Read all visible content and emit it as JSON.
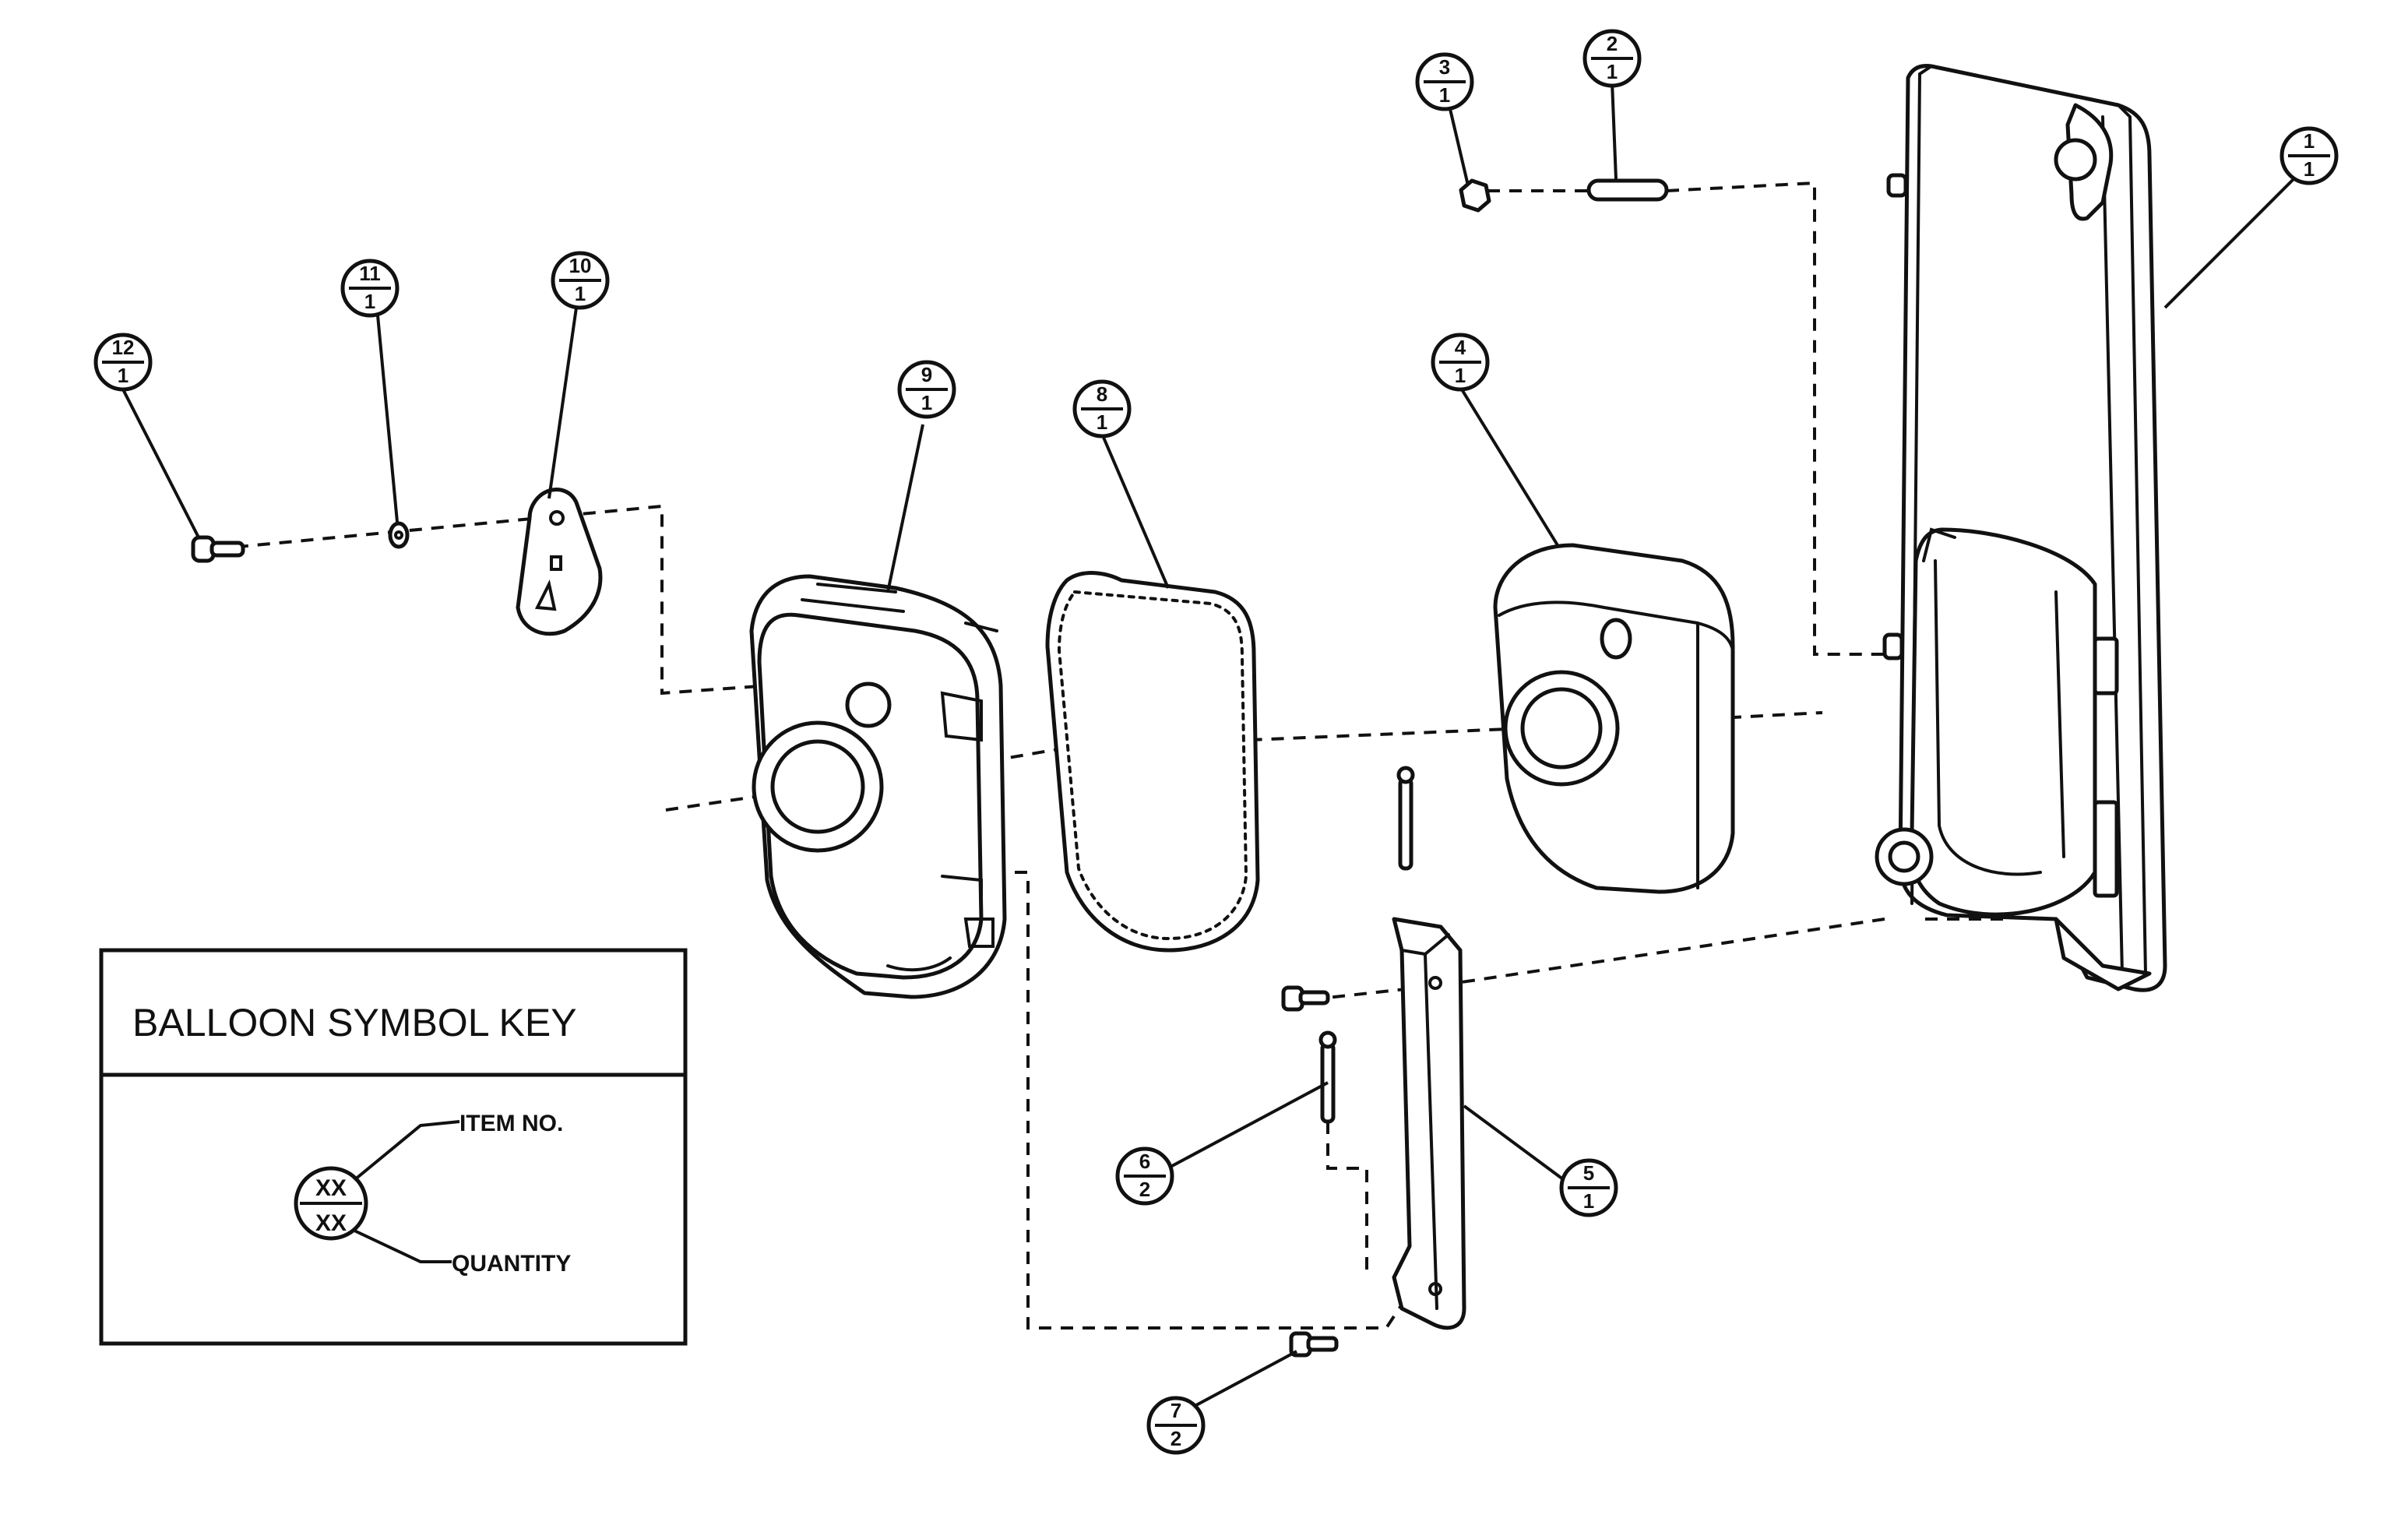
{
  "balloons": [
    {
      "item": "1",
      "qty": "1"
    },
    {
      "item": "2",
      "qty": "1"
    },
    {
      "item": "3",
      "qty": "1"
    },
    {
      "item": "4",
      "qty": "1"
    },
    {
      "item": "5",
      "qty": "1"
    },
    {
      "item": "6",
      "qty": "2"
    },
    {
      "item": "7",
      "qty": "2"
    },
    {
      "item": "8",
      "qty": "1"
    },
    {
      "item": "9",
      "qty": "1"
    },
    {
      "item": "10",
      "qty": "1"
    },
    {
      "item": "11",
      "qty": "1"
    },
    {
      "item": "12",
      "qty": "1"
    }
  ],
  "key": {
    "title": "BALLOON SYMBOL KEY",
    "item_label": "ITEM NO.",
    "quantity_label": "QUANTITY",
    "sample_top": "XX",
    "sample_bottom": "XX"
  }
}
